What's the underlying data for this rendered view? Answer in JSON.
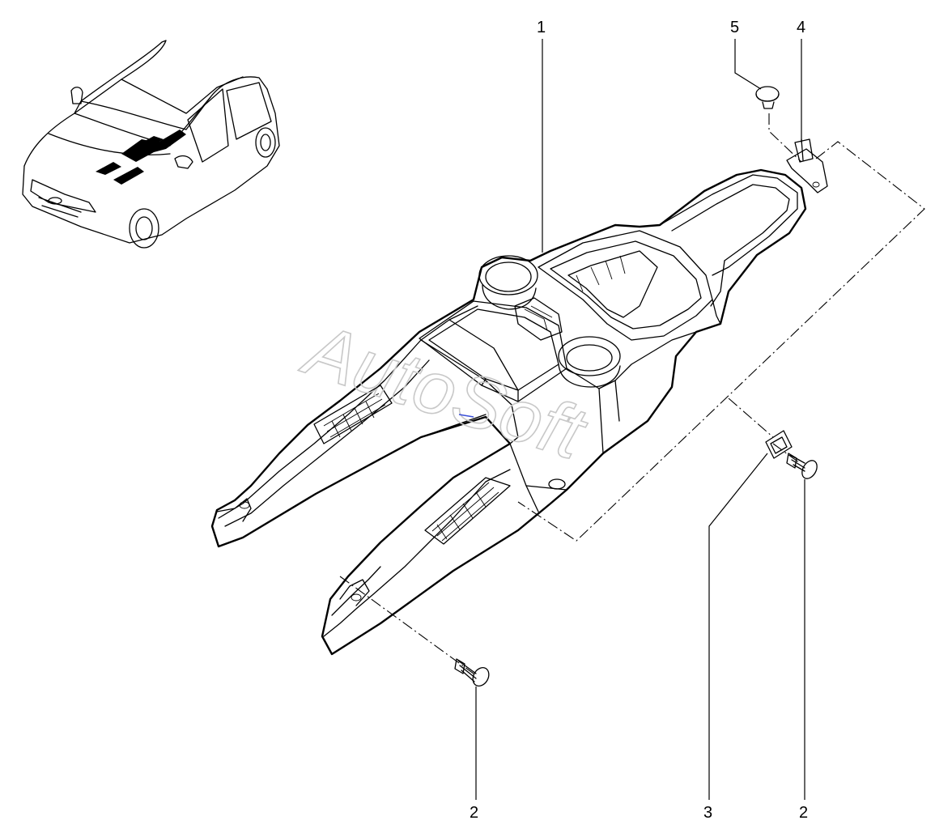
{
  "diagram": {
    "callouts": [
      {
        "id": "callout-1",
        "label": "1"
      },
      {
        "id": "callout-2-left",
        "label": "2"
      },
      {
        "id": "callout-3",
        "label": "3"
      },
      {
        "id": "callout-2-right",
        "label": "2"
      },
      {
        "id": "callout-4",
        "label": "4"
      },
      {
        "id": "callout-5",
        "label": "5"
      }
    ],
    "watermark": "AutoSoft",
    "colors": {
      "line": "#000000",
      "watermark": "#c8c8c8",
      "background": "#ffffff"
    }
  }
}
